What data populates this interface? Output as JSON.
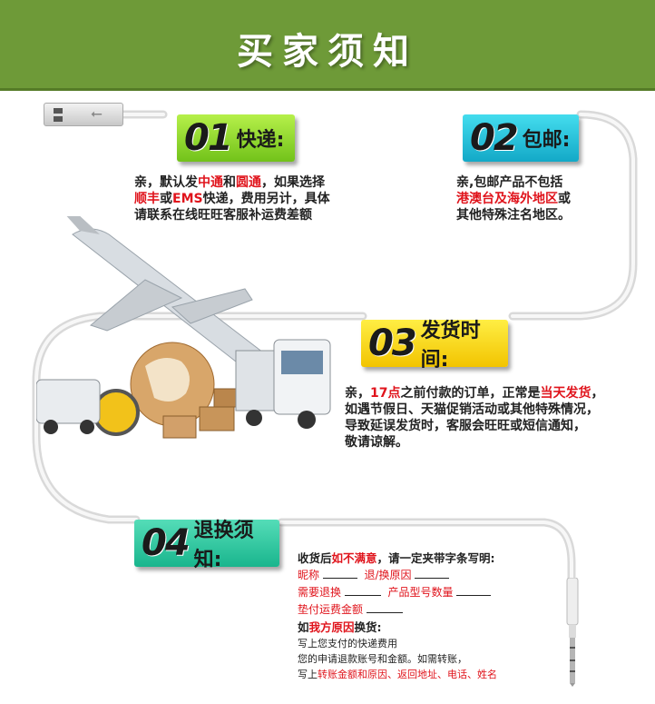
{
  "header": {
    "title": "买家须知"
  },
  "section1": {
    "number": "01",
    "title": "快递:",
    "lines": [
      [
        {
          "t": "亲，默认发"
        },
        {
          "t": "中通",
          "r": true
        },
        {
          "t": "和"
        },
        {
          "t": "圆通",
          "r": true
        },
        {
          "t": "，如果选择"
        }
      ],
      [
        {
          "t": "顺丰",
          "r": true
        },
        {
          "t": "或"
        },
        {
          "t": "EMS",
          "r": true
        },
        {
          "t": "快递，费用另计，具体"
        }
      ],
      [
        {
          "t": "请联系在线旺旺客服补运费差额"
        }
      ]
    ]
  },
  "section2": {
    "number": "02",
    "title": "包邮:",
    "lines": [
      [
        {
          "t": "亲,包邮产品不包括"
        }
      ],
      [
        {
          "t": "港澳台及海外地区",
          "r": true
        },
        {
          "t": "或"
        }
      ],
      [
        {
          "t": "其他特殊注名地区。"
        }
      ]
    ]
  },
  "section3": {
    "number": "03",
    "title": "发货时间:",
    "lines": [
      [
        {
          "t": "亲，"
        },
        {
          "t": "17点",
          "r": true
        },
        {
          "t": "之前付款的订单，正常是"
        },
        {
          "t": "当天发货",
          "r": true
        },
        {
          "t": "，"
        }
      ],
      [
        {
          "t": "如遇节假日、天猫促销活动或其他特殊情况，"
        }
      ],
      [
        {
          "t": "导致延误发货时，客服会旺旺或短信通知，"
        }
      ],
      [
        {
          "t": "敬请谅解。"
        }
      ]
    ]
  },
  "section4": {
    "number": "04",
    "title": "退换须知:",
    "intro": [
      {
        "t": "收货后"
      },
      {
        "t": "如不满意",
        "r": true
      },
      {
        "t": "，请一定夹带字条写明:"
      }
    ],
    "field1": "昵称",
    "field2": "退/换原因",
    "field3": "需要退换",
    "field4": "产品型号数量",
    "field5": "垫付运费金额",
    "exchange": [
      {
        "t": "如"
      },
      {
        "t": "我方原因",
        "r": true
      },
      {
        "t": "换货:"
      }
    ],
    "note1": "写上您支付的快递费用",
    "note2": "您的申请退款账号和金额。如需转账，",
    "note3": [
      {
        "t": "写上"
      },
      {
        "t": "转账金额和原因、返回地址、电话、姓名",
        "r": true
      }
    ]
  },
  "colors": {
    "banner": "#6e9a38",
    "red": "#e0141c"
  }
}
